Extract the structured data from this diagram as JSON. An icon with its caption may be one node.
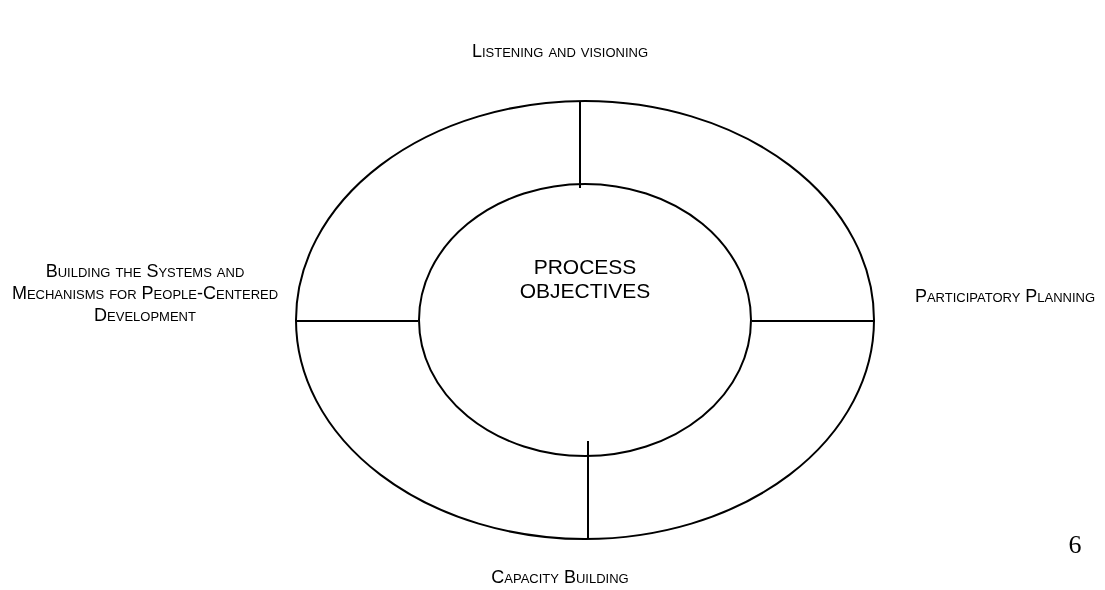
{
  "diagram": {
    "nodes": [
      {
        "text": [],
        "shape": "ellipse"
      },
      {
        "text": [
          "PROCESS OBJECTIVES"
        ],
        "in": 0
      }
    ],
    "labels": [
      "Listening and visioning",
      "Building the Systems and Mechanisms for People-Centered Development",
      "Participatory Planning",
      "Capacity Building",
      "6"
    ]
  }
}
